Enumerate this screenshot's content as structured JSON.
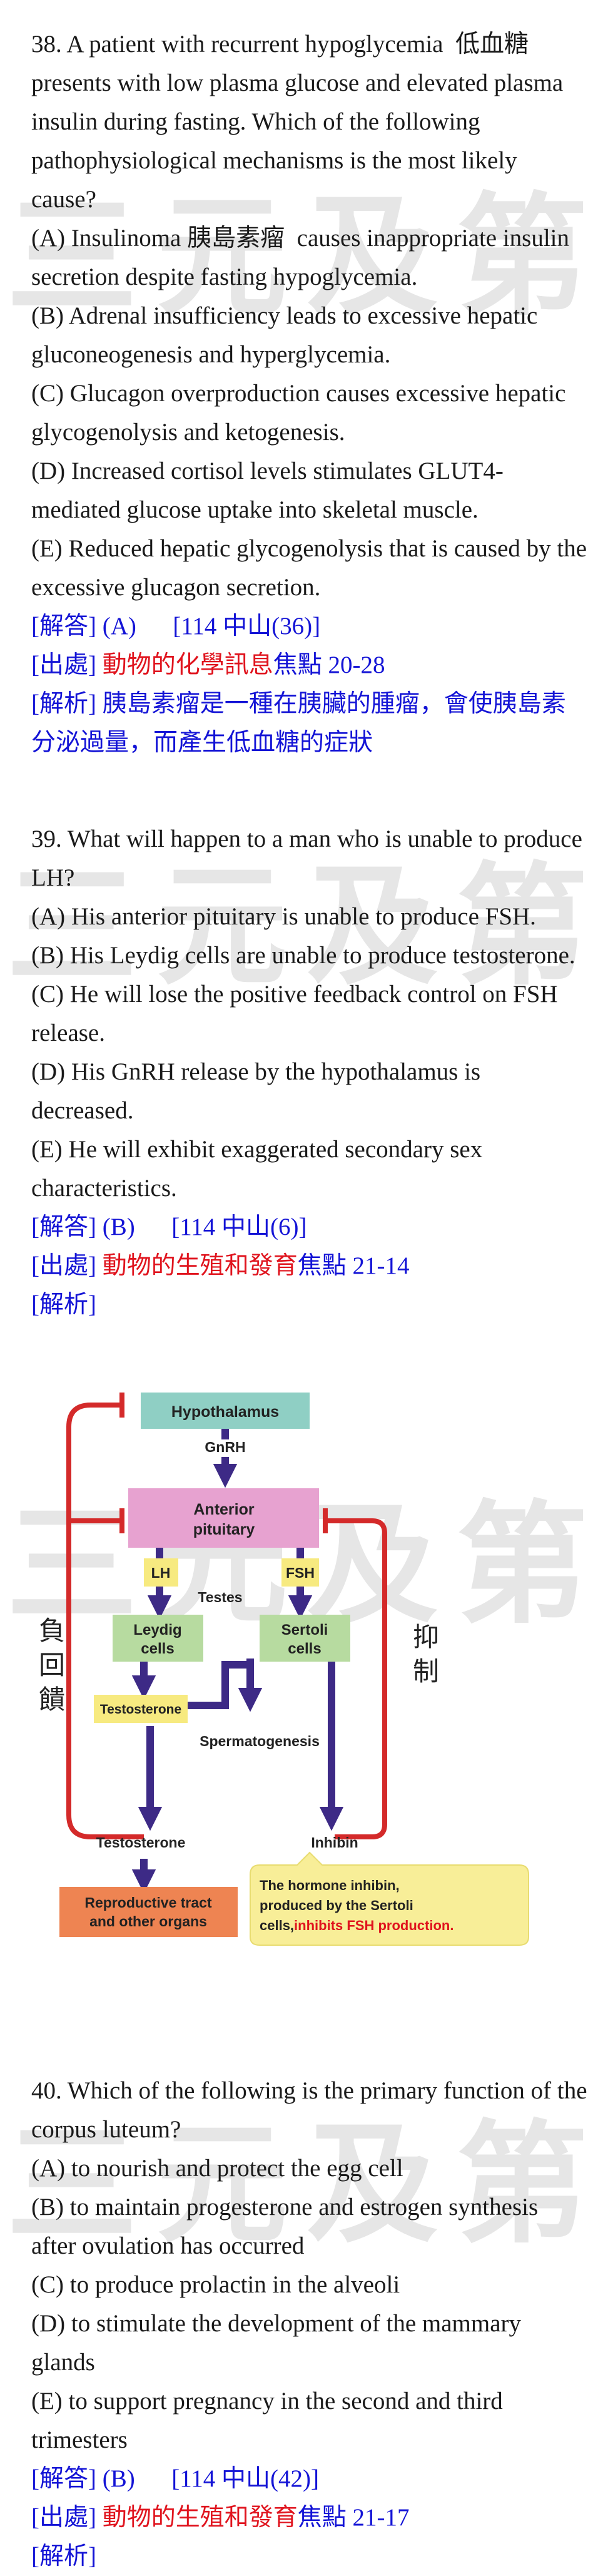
{
  "watermark": "三元及第",
  "q38": {
    "question_en": "38. A patient with recurrent hypoglycemia",
    "question_zh": "低血糖",
    "question_rest": "presents with low plasma glucose and elevated plasma insulin during fasting. Which of the following pathophysiological mechanisms is the most likely cause?",
    "optA_pre": "(A) Insulinoma",
    "optA_zh": "胰島素瘤",
    "optA_post": "causes inappropriate insulin secretion despite fasting hypoglycemia.",
    "optB": "(B) Adrenal insufficiency leads to excessive hepatic gluconeogenesis and hyperglycemia.",
    "optC": "(C) Glucagon overproduction causes excessive hepatic glycogenolysis and ketogenesis.",
    "optD": "(D) Increased cortisol levels stimulates GLUT4-mediated glucose uptake into skeletal muscle.",
    "optE": "(E) Reduced hepatic glycogenolysis that is caused by the excessive glucagon secretion.",
    "answer_label": "[解答]",
    "answer_value": "(A)",
    "answer_ref": "[114 中山(36)]",
    "source_label": "[出處]",
    "source_title": "動物的化學訊息",
    "source_ref": "焦點 20-28",
    "analysis_label": "[解析]",
    "analysis_text": "胰島素瘤是一種在胰臟的腫瘤，會使胰島素分泌過量，而產生低血糖的症狀"
  },
  "q39": {
    "question": "39. What will happen to a man who is unable to produce LH?",
    "optA": "(A) His anterior pituitary is unable to produce FSH.",
    "optB": "(B) His Leydig cells are unable to produce testosterone.",
    "optC": "(C) He will lose the positive feedback control on FSH release.",
    "optD": "(D) His GnRH release by the hypothalamus is decreased.",
    "optE": "(E) He will exhibit exaggerated secondary sex characteristics.",
    "answer_label": "[解答]",
    "answer_value": "(B)",
    "answer_ref": "[114 中山(6)]",
    "source_label": "[出處]",
    "source_title": "動物的生殖和發育",
    "source_ref": "焦點 21-14",
    "analysis_label": "[解析]"
  },
  "diagram": {
    "hypothalamus": "Hypothalamus",
    "gnrh": "GnRH",
    "anterior": "Anterior",
    "pituitary": "pituitary",
    "lh": "LH",
    "fsh": "FSH",
    "testes": "Testes",
    "leydig1": "Leydig",
    "leydig2": "cells",
    "sertoli1": "Sertoli",
    "sertoli2": "cells",
    "testosterone_box": "Testosterone",
    "spermatogenesis": "Spermatogenesis",
    "testosterone_out": "Testosterone",
    "inhibin": "Inhibin",
    "repro1": "Reproductive tract",
    "repro2": "and other organs",
    "note1": "The hormone inhibin,",
    "note2": "produced by the Sertoli",
    "note3_black": "cells,",
    "note3_red": "inhibits FSH production.",
    "neg_feedback": [
      "負",
      "回",
      "饋"
    ],
    "inhibit": [
      "抑",
      "制"
    ]
  },
  "q40": {
    "question": "40. Which of the following is the primary function of the corpus luteum?",
    "optA": "(A) to nourish and protect the egg cell",
    "optB": "(B) to maintain progesterone and estrogen synthesis after ovulation has occurred",
    "optC": "(C) to produce prolactin in the alveoli",
    "optD": "(D) to stimulate the development of the mammary glands",
    "optE": "(E) to support pregnancy in the second and third trimesters",
    "answer_label": "[解答]",
    "answer_value": "(B)",
    "answer_ref": "[114 中山(42)]",
    "source_label": "[出處]",
    "source_title": "動物的生殖和發育",
    "source_ref": "焦點 21-17",
    "analysis_label": "[解析]"
  },
  "colors": {
    "label_blue": "#1414d6",
    "source_red": "#e0141e",
    "feedback_red": "#d42a2a",
    "arrow_purple": "#3d2a86",
    "teal_box": "#8fcfc4",
    "pink_box": "#e7a2d0",
    "yellow_box": "#f7ea80",
    "green_box": "#b7dba0",
    "orange_box": "#ee8452",
    "note_yellow": "#f8ee98"
  }
}
